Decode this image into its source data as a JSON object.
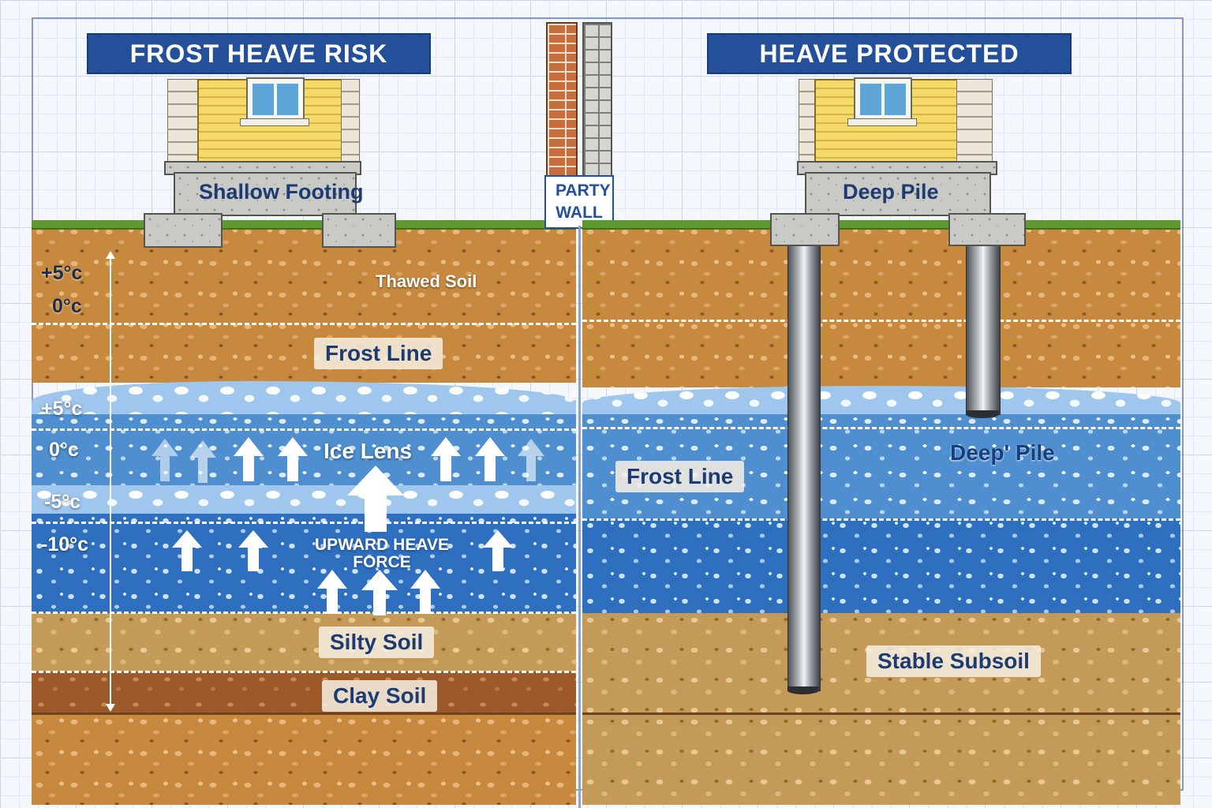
{
  "left_panel": {
    "title": "FROST HEAVE RISK",
    "foundation_label": "Shallow Footing",
    "temperatures": [
      "+5°c",
      "0°c",
      "+5°c",
      "0°c",
      "-5°c",
      "-10°c"
    ],
    "layers": {
      "thawed": "Thawed Soil",
      "frost_line": "Frost Line",
      "ice_lens": "Ice Lens",
      "heave_force": "UPWARD HEAVE FORCE",
      "silty": "Silty Soil",
      "clay": "Clay Soil"
    }
  },
  "party_wall": {
    "label": "PARTY WALL"
  },
  "right_panel": {
    "title": "HEAVE PROTECTED",
    "foundation_label": "Deep Pile",
    "layers": {
      "deep_pile": "Deep' Pile",
      "frost_line": "Frost Line",
      "stable": "Stable Subsoil"
    }
  },
  "colors": {
    "banner": "#24509a",
    "label_text": "#1d3b73",
    "thawed_soil": "#c6893e",
    "frozen_soil": "#2f6fbf",
    "clay": "#9c5a2a"
  }
}
